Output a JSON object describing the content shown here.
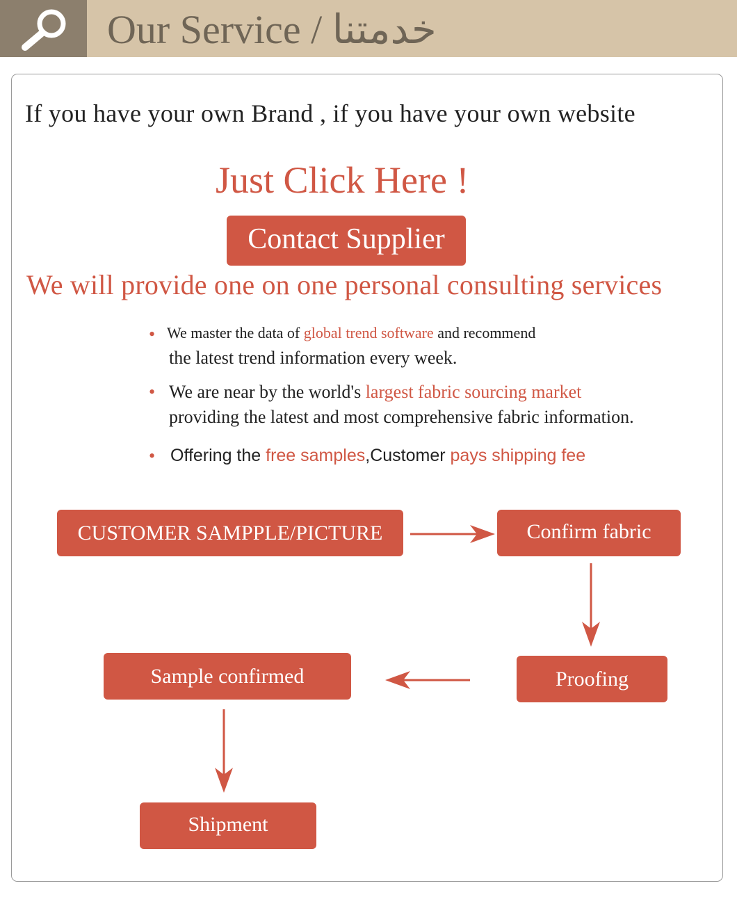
{
  "header": {
    "title": "Our Service / خدمتنا",
    "search_icon": "magnifier-icon"
  },
  "intro": {
    "text": "If you have your own Brand , if you have your own website"
  },
  "cta": {
    "heading": "Just Click Here !",
    "button_label": "Contact Supplier"
  },
  "consult": {
    "text": "We will provide one on one personal consulting services"
  },
  "bullets": [
    {
      "line1_pre": "We master the data of ",
      "line1_hl": "global trend software",
      "line1_post": " and recommend",
      "line2": "the latest trend information every week."
    },
    {
      "line1_pre": "We are near by the world's ",
      "line1_hl": "largest fabric sourcing market",
      "line2": "providing the latest and most comprehensive fabric information."
    },
    {
      "pre": "Offering the ",
      "hl1": "free samples",
      "mid": ",Customer ",
      "hl2": "pays shipping fee"
    }
  ],
  "flow": {
    "steps": [
      "CUSTOMER SAMPPLE/PICTURE",
      "Confirm fabric",
      "Proofing",
      "Sample confirmed",
      "Shipment"
    ]
  },
  "colors": {
    "accent": "#d05744",
    "header_bg": "#d6c4a8",
    "header_tile": "#8c7f6d",
    "header_text": "#6f6556"
  }
}
